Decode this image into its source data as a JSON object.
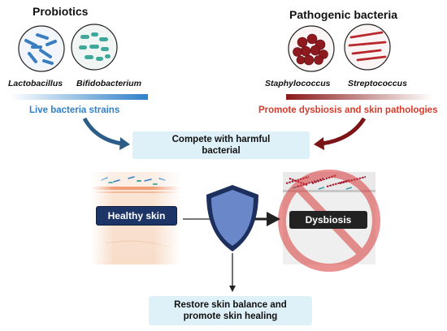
{
  "probiotics": {
    "title": "Probiotics",
    "species": [
      "Lactobacillus",
      "Bifidobacterium"
    ],
    "caption": "Live bacteria strains"
  },
  "pathogens": {
    "title": "Pathogenic bacteria",
    "species": [
      "Staphylococcus",
      "Streptococcus"
    ],
    "caption": "Promote dysbiosis and skin pathologies"
  },
  "compete_box": {
    "text": "Compete with harmful bacterial"
  },
  "healthy": {
    "label": "Healthy skin"
  },
  "dysbiosis": {
    "label": "Dysbiosis"
  },
  "restore_box": {
    "line1": "Restore skin balance and",
    "line2": "promote skin healing"
  },
  "colors": {
    "probiotic_blue": "#2f80c8",
    "pathogen_red": "#d63a2a",
    "box_fill": "#dff1f8",
    "shield_blue": "#6a88c9",
    "label_navy": "#1d3566",
    "ban_red": "#e05a5a"
  },
  "icons": [
    "rod-bacteria-icon",
    "chain-bacteria-icon",
    "cluster-cocci-icon",
    "streptococcus-chain-icon",
    "shield-icon",
    "prohibition-icon",
    "skin-layer-icon"
  ]
}
